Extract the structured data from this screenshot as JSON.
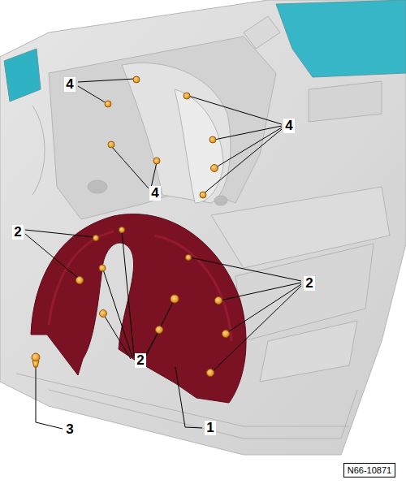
{
  "diagram": {
    "labels": [
      "4",
      "4",
      "4",
      "2",
      "2",
      "2",
      "3",
      "1",
      "N66-10871"
    ]
  }
}
